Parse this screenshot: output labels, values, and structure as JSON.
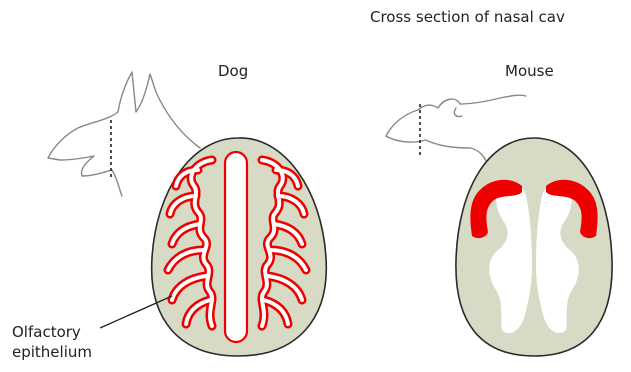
{
  "title": "Cross section of nasal cav",
  "dog": {
    "label": "Dog"
  },
  "mouse": {
    "label": "Mouse"
  },
  "callout": {
    "line1": "Olfactory",
    "line2": "epithelium"
  },
  "colors": {
    "tissue": "#d7dbc6",
    "outline": "#2a2a2a",
    "epithelium": "#ee0000",
    "cavity": "#ffffff",
    "sketch": "#8a8a80"
  }
}
